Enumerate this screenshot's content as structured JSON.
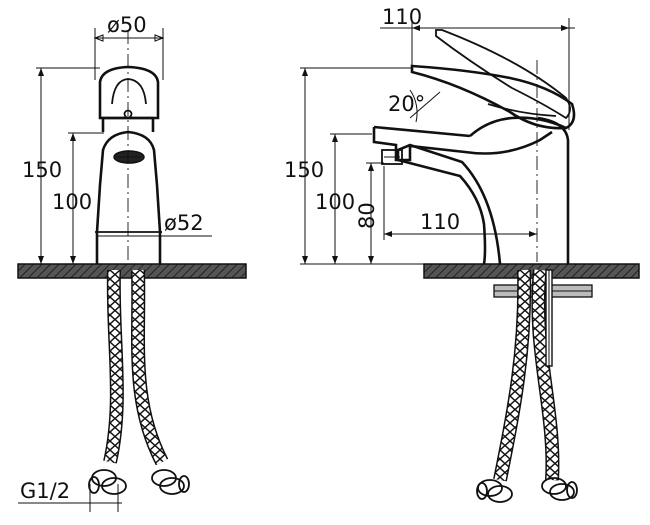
{
  "drawing": {
    "front_view": {
      "dim_top_diameter": "ø50",
      "dim_base_diameter": "ø52",
      "dim_height_total": "150",
      "dim_height_spout": "100",
      "dim_thread": "G1/2"
    },
    "side_view": {
      "dim_handle_reach": "110",
      "dim_angle": "20°",
      "dim_height_total": "150",
      "dim_height_spout": "100",
      "dim_height_outlet": "80",
      "dim_spout_reach": "110"
    },
    "colors": {
      "line": "#111111",
      "surface_fill": "#555555"
    }
  }
}
